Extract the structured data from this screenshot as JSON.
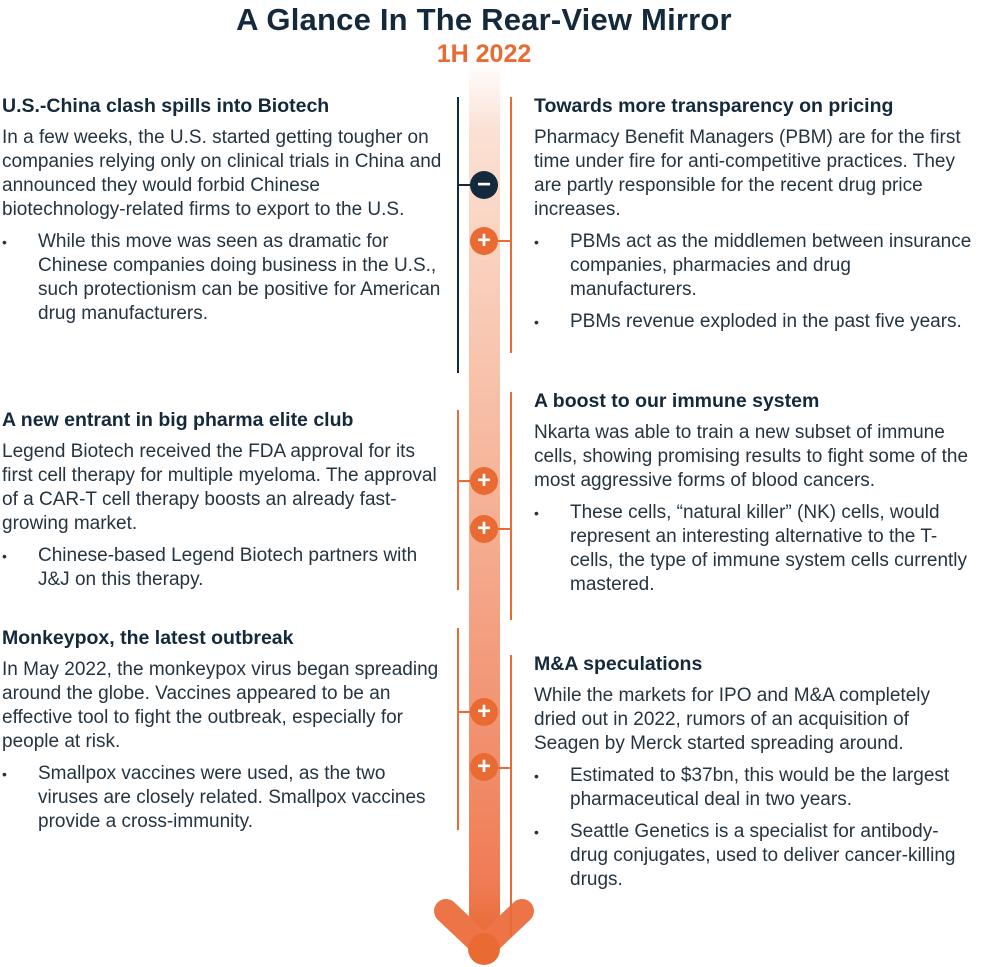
{
  "header": {
    "title": "A Glance In The Rear-View Mirror",
    "subtitle": "1H 2022"
  },
  "colors": {
    "navy": "#14293b",
    "orange": "#ea6a33",
    "text": "#253441"
  },
  "markers": [
    {
      "symbol": "−",
      "icon": "minus-circle-icon",
      "tone": "negative"
    },
    {
      "symbol": "+",
      "icon": "plus-circle-icon",
      "tone": "positive"
    },
    {
      "symbol": "+",
      "icon": "plus-circle-icon",
      "tone": "positive"
    },
    {
      "symbol": "+",
      "icon": "plus-circle-icon",
      "tone": "positive"
    },
    {
      "symbol": "+",
      "icon": "plus-circle-icon",
      "tone": "positive"
    },
    {
      "symbol": "+",
      "icon": "plus-circle-icon",
      "tone": "positive"
    }
  ],
  "left": [
    {
      "heading": "U.S.-China clash spills into Biotech",
      "body": "In a few weeks, the U.S. started getting tougher on companies relying only on clinical trials in China and announced they would forbid Chinese biotechnology-related firms  to export to the U.S.",
      "bullets": [
        "While this move was seen as dramatic for Chinese companies doing business in the U.S., such protectionism can be positive for American drug manufacturers."
      ]
    },
    {
      "heading": "A new entrant in big pharma elite club",
      "body": "Legend Biotech received the FDA approval for its first cell therapy for multiple myeloma. The approval of a CAR-T cell therapy boosts an already fast-growing market.",
      "bullets": [
        "Chinese-based Legend Biotech partners with J&J on this therapy."
      ]
    },
    {
      "heading": "Monkeypox, the latest outbreak",
      "body": "In May 2022, the monkeypox virus began spreading around the globe. Vaccines appeared to be an effective tool to fight the outbreak, especially for people at risk.",
      "bullets": [
        "Smallpox vaccines were used, as the two viruses are closely related. Smallpox vaccines provide a cross-immunity."
      ]
    }
  ],
  "right": [
    {
      "heading": "Towards more transparency on pricing",
      "body": "Pharmacy Benefit Managers (PBM) are for the first time under fire for anti-competitive practices. They are partly responsible for the recent drug price increases.",
      "bullets": [
        "PBMs act as the middlemen between insurance companies, pharmacies and drug manufacturers.",
        "PBMs revenue exploded in the past five years."
      ]
    },
    {
      "heading": "A boost to our immune system",
      "body": "Nkarta was able to train a new subset of immune cells, showing promising results to fight some of the most aggressive forms of blood cancers.",
      "bullets": [
        "These cells, “natural killer” (NK) cells, would represent an interesting alternative to the T-cells, the type of immune system cells currently mastered."
      ]
    },
    {
      "heading": "M&A speculations",
      "body": "While the markets for IPO and M&A completely dried out in 2022, rumors of an acquisition of Seagen by Merck started spreading around.",
      "bullets": [
        "Estimated to $37bn, this would be the largest pharmaceutical deal in two years.",
        "Seattle Genetics is a specialist for antibody-drug conjugates, used to deliver cancer-killing drugs."
      ]
    }
  ]
}
